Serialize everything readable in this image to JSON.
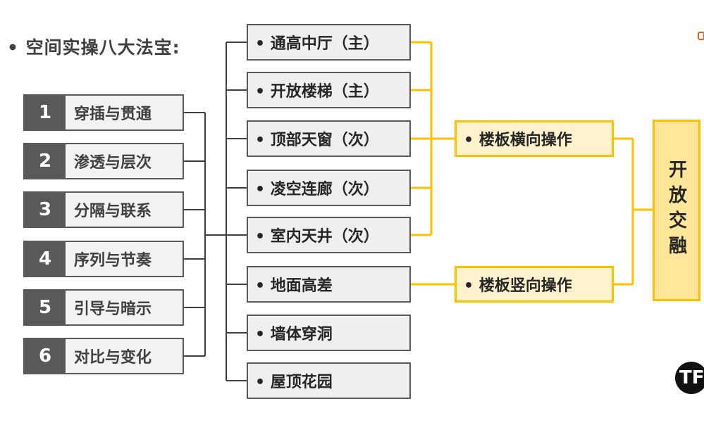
{
  "title": "• 空间实操八大法宝:",
  "techniques": [
    {
      "num": "1",
      "label": "穿插与贯通"
    },
    {
      "num": "2",
      "label": "渗透与层次"
    },
    {
      "num": "3",
      "label": "分隔与联系"
    },
    {
      "num": "4",
      "label": "序列与节奏"
    },
    {
      "num": "5",
      "label": "引导与暗示"
    },
    {
      "num": "6",
      "label": "对比与变化"
    }
  ],
  "treasures": [
    "• 通高中厅（主）",
    "• 开放楼梯（主）",
    "• 顶部天窗（次）",
    "• 凌空连廊（次）",
    "• 室内天井（次）",
    "• 地面高差",
    "• 墙体穿洞",
    "• 屋顶花园"
  ],
  "operations": {
    "horizontal": "• 楼板横向操作",
    "vertical": "• 楼板竖向操作"
  },
  "result": "开放交融",
  "logo_text": "TF",
  "colors": {
    "dark_gray": "#595959",
    "yellow": "#ffc000",
    "yellow_fill": "#fff2cc"
  }
}
